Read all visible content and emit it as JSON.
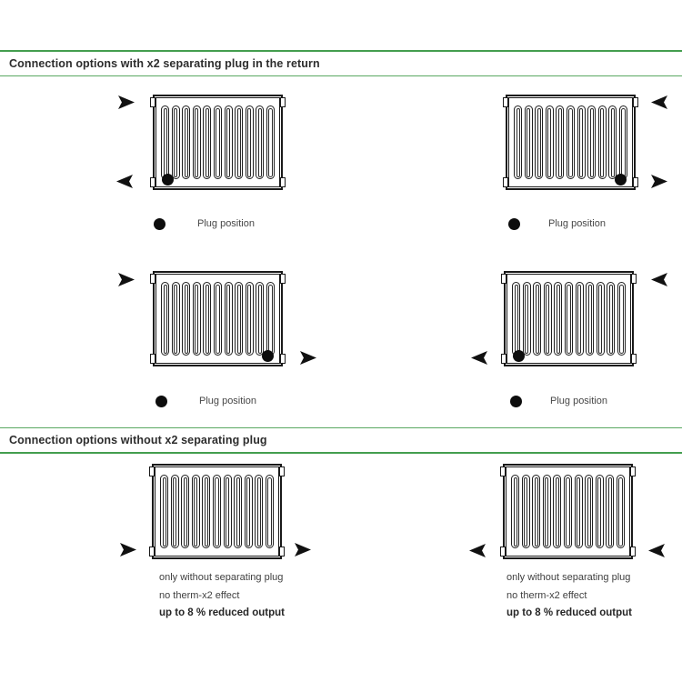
{
  "colors": {
    "accent_green": "#449e4f",
    "drawing_line": "#1a1a1a",
    "heading_text": "#2d2d2d",
    "body_text": "#474747"
  },
  "icons": {
    "arrow_right": "solid right-pointing triangle",
    "arrow_left": "solid left-pointing triangle",
    "plug_dot": "filled black circle",
    "caption_bullet": "filled black circle"
  },
  "section1": {
    "title": "Connection options with x2 separating plug in the return",
    "diagrams": [
      {
        "position": "top-left",
        "supply_arrow": {
          "side": "top-left",
          "direction": "right"
        },
        "return_arrow": {
          "side": "bottom-left",
          "direction": "left"
        },
        "plug_corner": "bottom-left",
        "caption": "Plug position"
      },
      {
        "position": "top-right",
        "supply_arrow": {
          "side": "top-right",
          "direction": "left"
        },
        "return_arrow": {
          "side": "bottom-right",
          "direction": "right"
        },
        "plug_corner": "bottom-right",
        "caption": "Plug position"
      },
      {
        "position": "mid-left",
        "supply_arrow": {
          "side": "top-left",
          "direction": "right"
        },
        "return_arrow": {
          "side": "bottom-right",
          "direction": "right"
        },
        "plug_corner": "bottom-right",
        "caption": "Plug position"
      },
      {
        "position": "mid-right",
        "supply_arrow": {
          "side": "top-right",
          "direction": "left"
        },
        "return_arrow": {
          "side": "bottom-left",
          "direction": "left"
        },
        "plug_corner": "bottom-left",
        "caption": "Plug position"
      }
    ]
  },
  "section2": {
    "title": "Connection options without x2 separating plug",
    "diagrams": [
      {
        "position": "bottom-left",
        "arrows": [
          {
            "side": "bottom-left",
            "direction": "right"
          },
          {
            "side": "bottom-right",
            "direction": "right"
          }
        ],
        "plug_corner": "none",
        "notes": [
          "only without separating plug",
          "no therm-x2 effect",
          "up to 8 % reduced output"
        ]
      },
      {
        "position": "bottom-right",
        "arrows": [
          {
            "side": "bottom-left",
            "direction": "left"
          },
          {
            "side": "bottom-right",
            "direction": "left"
          }
        ],
        "plug_corner": "none",
        "notes": [
          "only without separating plug",
          "no therm-x2 effect",
          "up to 8 % reduced output"
        ]
      }
    ]
  }
}
